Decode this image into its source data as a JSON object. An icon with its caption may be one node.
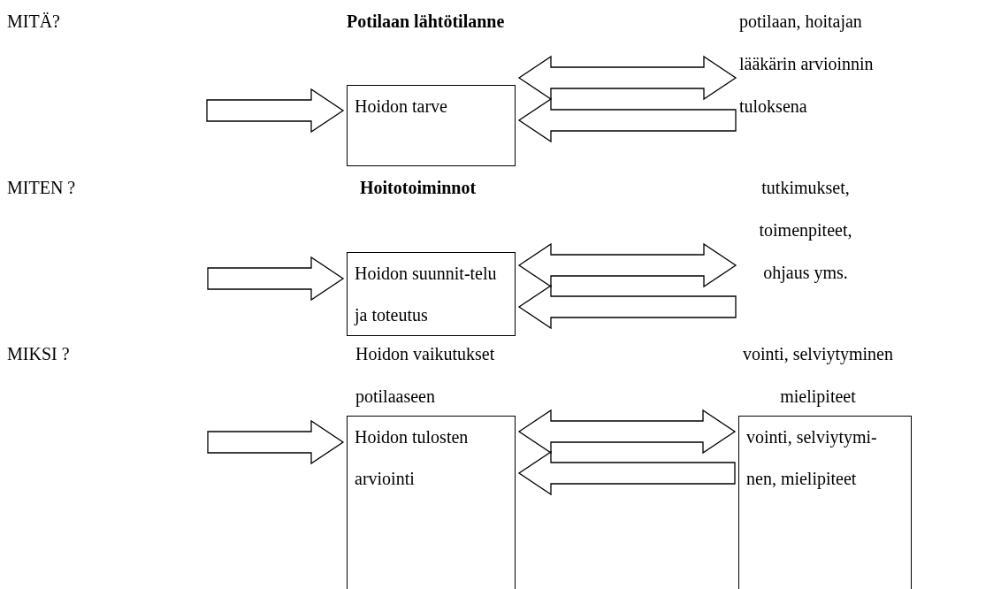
{
  "diagram": {
    "nodes": [
      {
        "text": [
          "Potilaan lähtötilanne",
          "Hoidon tarve"
        ]
      },
      {
        "text": [
          "potilaan, hoitajan lääkärin arvioinnin tuloksena"
        ]
      },
      {
        "text": [
          "Hoitotoiminnot",
          "Hoidon suunnit-telu ja toteutus"
        ]
      },
      {
        "text": [
          "tutkimukset, toimenpiteet, ohjaus yms."
        ]
      },
      {
        "text": [
          "Hoidon vaikutukset potilaaseen",
          "Hoidon tulosten arviointi"
        ]
      },
      {
        "text": [
          "vointi, selviytyminen mielipiteet",
          "vointi, selviytymi-nen, mielipiteet"
        ]
      }
    ],
    "edges": [
      {
        "from": null,
        "to": 0,
        "arrow": "to"
      },
      {
        "from": 0,
        "to": 1,
        "arrow": "both"
      },
      {
        "from": 1,
        "to": 0,
        "arrow": "to"
      },
      {
        "from": null,
        "to": 2,
        "arrow": "to"
      },
      {
        "from": 2,
        "to": 3,
        "arrow": "both"
      },
      {
        "from": 3,
        "to": 2,
        "arrow": "to"
      },
      {
        "from": null,
        "to": 4,
        "arrow": "to"
      },
      {
        "from": 4,
        "to": 5,
        "arrow": "both"
      },
      {
        "from": 5,
        "to": 4,
        "arrow": "to"
      }
    ],
    "labels": [
      "MITÄ?",
      "MITEN ?",
      "MIKSI ?"
    ]
  }
}
